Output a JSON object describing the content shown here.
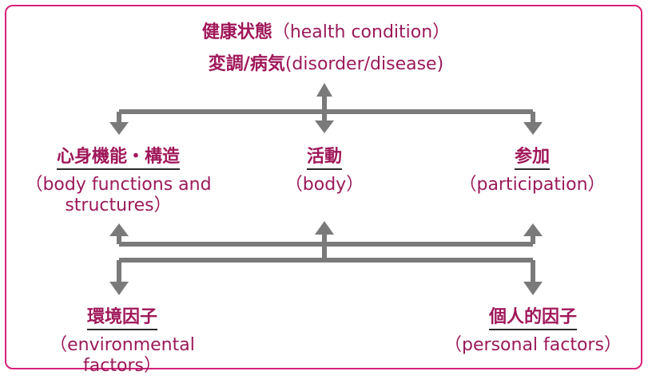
{
  "colors": {
    "border": "#d8207a",
    "text": "#9b1a5a",
    "arrow": "#7a7a7a"
  },
  "health": {
    "title_jp": "健康状態",
    "title_en": "（health condition）",
    "subtitle_jp": "変調/病気",
    "subtitle_en": "(disorder/disease)"
  },
  "body_functions": {
    "jp": "心身機能・構造",
    "en_line1": "（body functions and",
    "en_line2": "structures）"
  },
  "activity": {
    "jp": "活動",
    "en": "（body）"
  },
  "participation": {
    "jp": "参加",
    "en": "（participation）"
  },
  "environmental": {
    "jp": "環境因子",
    "en": "（environmental factors）"
  },
  "personal": {
    "jp": "個人的因子",
    "en": "（personal factors）"
  }
}
